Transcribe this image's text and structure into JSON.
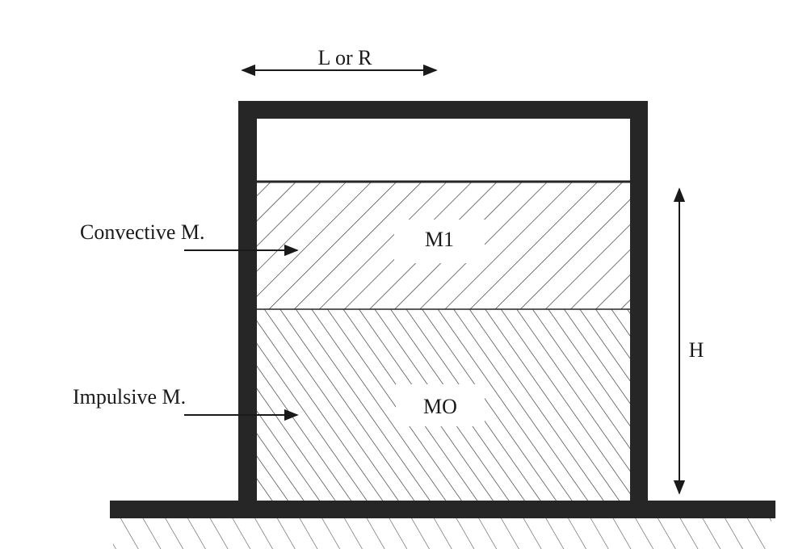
{
  "labels": {
    "width": "L or R",
    "height": "H",
    "convective": "Convective M.",
    "impulsive": "Impulsive M.",
    "upper_mass": "M1",
    "lower_mass": "MO"
  },
  "colors": {
    "wall": "#262626",
    "hatch": "#2e2e2e",
    "text": "#1a1a1a",
    "background": "#ffffff"
  }
}
